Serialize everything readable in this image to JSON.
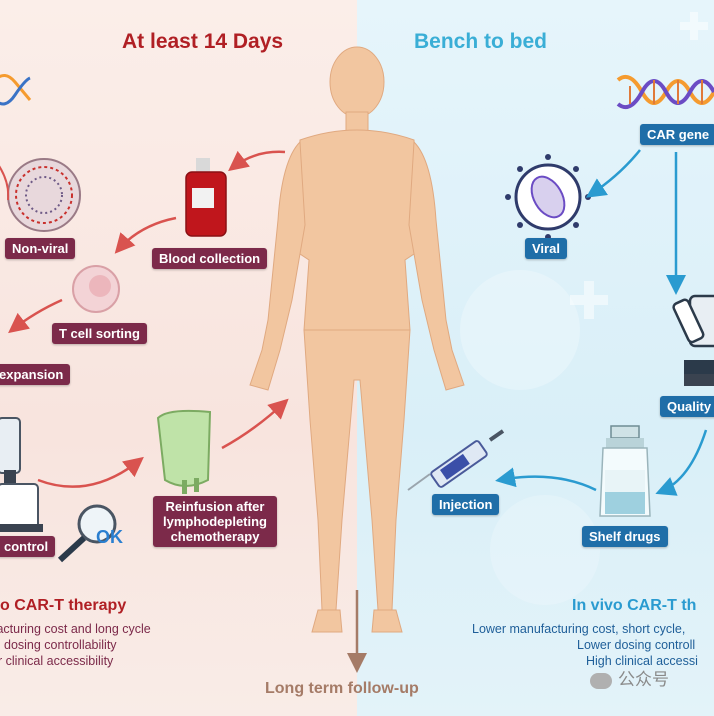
{
  "headers": {
    "left": "At least 14 Days",
    "right": "Bench to bed"
  },
  "left_labels": {
    "non_viral": "Non-viral",
    "blood_collection": "Blood collection",
    "t_cell_sorting": "T cell sorting",
    "expansion": "expansion",
    "quality_control": "control",
    "reinfusion": [
      "Reinfusion after",
      "lymphodepleting",
      "chemotherapy"
    ],
    "ok_mark": "OK"
  },
  "right_labels": {
    "car_gene": "CAR gene",
    "viral": "Viral",
    "quality": "Quality",
    "injection": "Injection",
    "shelf_drugs": "Shelf drugs"
  },
  "left_summary": {
    "title": "o CAR-T therapy",
    "lines": [
      "facturing cost and long cycle",
      "dosing controllability",
      "r clinical accessibility"
    ]
  },
  "right_summary": {
    "title": "In vivo CAR-T th",
    "lines": [
      "Lower manufacturing cost, short cycle,",
      "Lower dosing controll",
      "High clinical accessi"
    ]
  },
  "footer": {
    "followup": "Long term follow-up",
    "watermark": "公众号"
  },
  "colors": {
    "left_accent": "#b01f24",
    "right_accent": "#3aaed6",
    "left_pill": "#7c2a4a",
    "right_pill": "#1f6ea8",
    "body": "#f2c6a0"
  }
}
